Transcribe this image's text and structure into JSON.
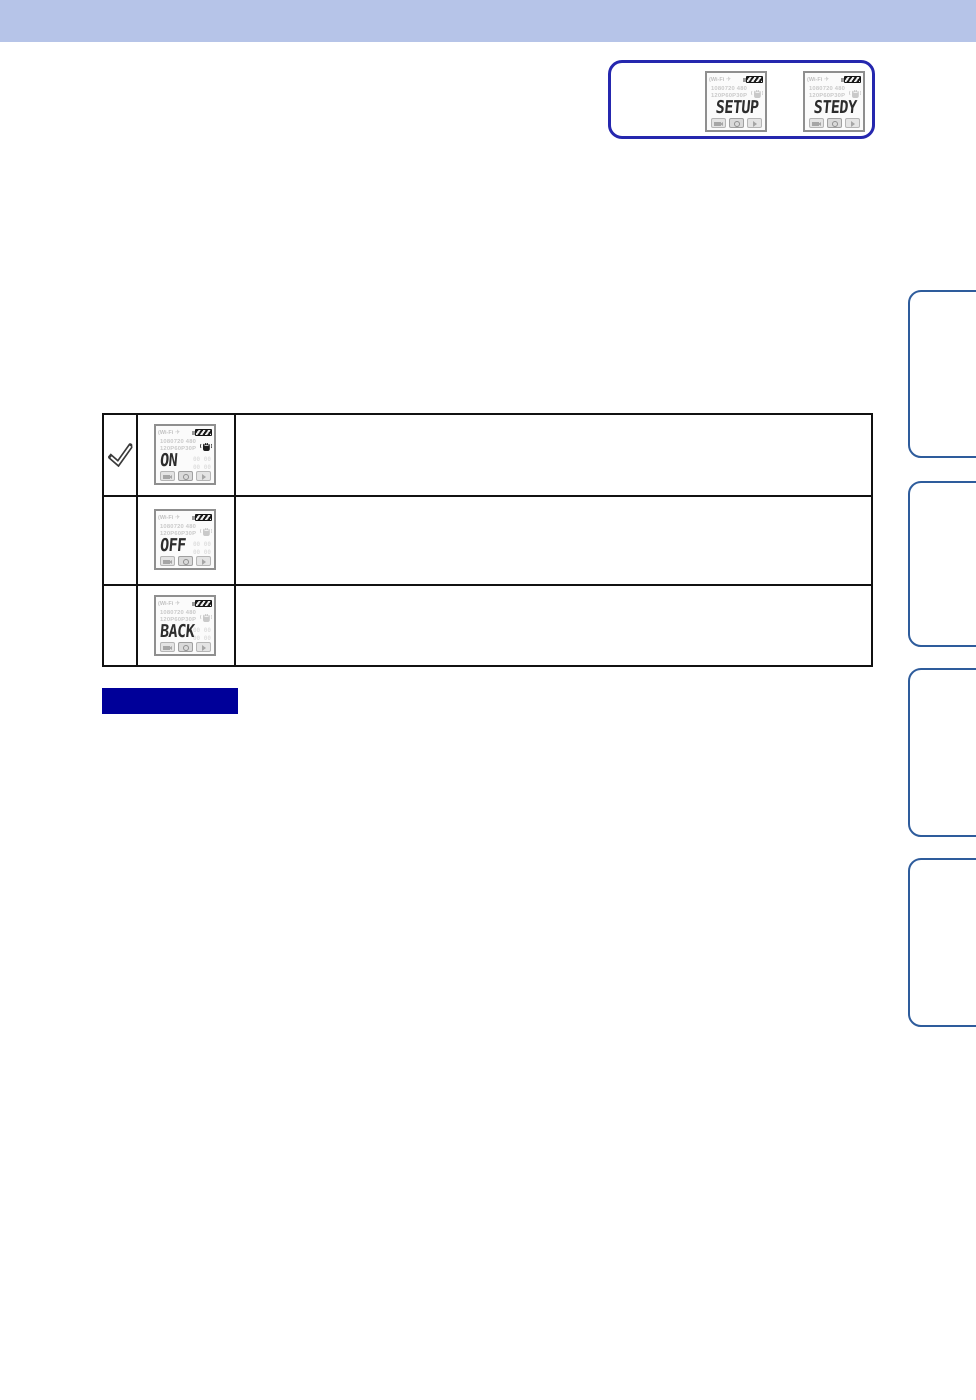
{
  "page": {
    "kind": "camera-handbook-page",
    "background_color": "#ffffff",
    "header_color": "#b6c4e8"
  },
  "info_box": {
    "border_color": "#2527ae",
    "screens": [
      "setup",
      "stedy"
    ]
  },
  "lcd_overlay": {
    "wifi": "(Wi-Fi",
    "airplane": "✈",
    "res_line1": "1080720 480",
    "res_line2": "120P60P30P",
    "ghost_digits": "00 00\n00 00"
  },
  "screens": {
    "setup": {
      "main": "SETUP",
      "hand": "faint",
      "ghost": false
    },
    "stedy": {
      "main": "STEDY",
      "hand": "faint",
      "ghost": false
    },
    "on": {
      "main": "ON",
      "hand": "active",
      "ghost": true
    },
    "off": {
      "main": "OFF",
      "hand": "faint",
      "ghost": true
    },
    "back": {
      "main": "BACK",
      "hand": "faint",
      "ghost": true
    }
  },
  "settings_table": {
    "rows": [
      {
        "selected": true,
        "screen": "on",
        "description": ""
      },
      {
        "selected": false,
        "screen": "off",
        "description": ""
      },
      {
        "selected": false,
        "screen": "back",
        "description": ""
      }
    ]
  },
  "notes_badge": {
    "color": "#000099",
    "label": ""
  },
  "side_tabs": {
    "count": 4,
    "border_color": "#2e5c9c",
    "labels": [
      "",
      "",
      "",
      ""
    ]
  },
  "icons": {
    "check": "double-line-checkmark",
    "battery": "battery-level-indicator",
    "hand": "camera-shake-indicator",
    "movie": "movie-mode",
    "camera": "photo-mode",
    "play": "playback-mode"
  }
}
